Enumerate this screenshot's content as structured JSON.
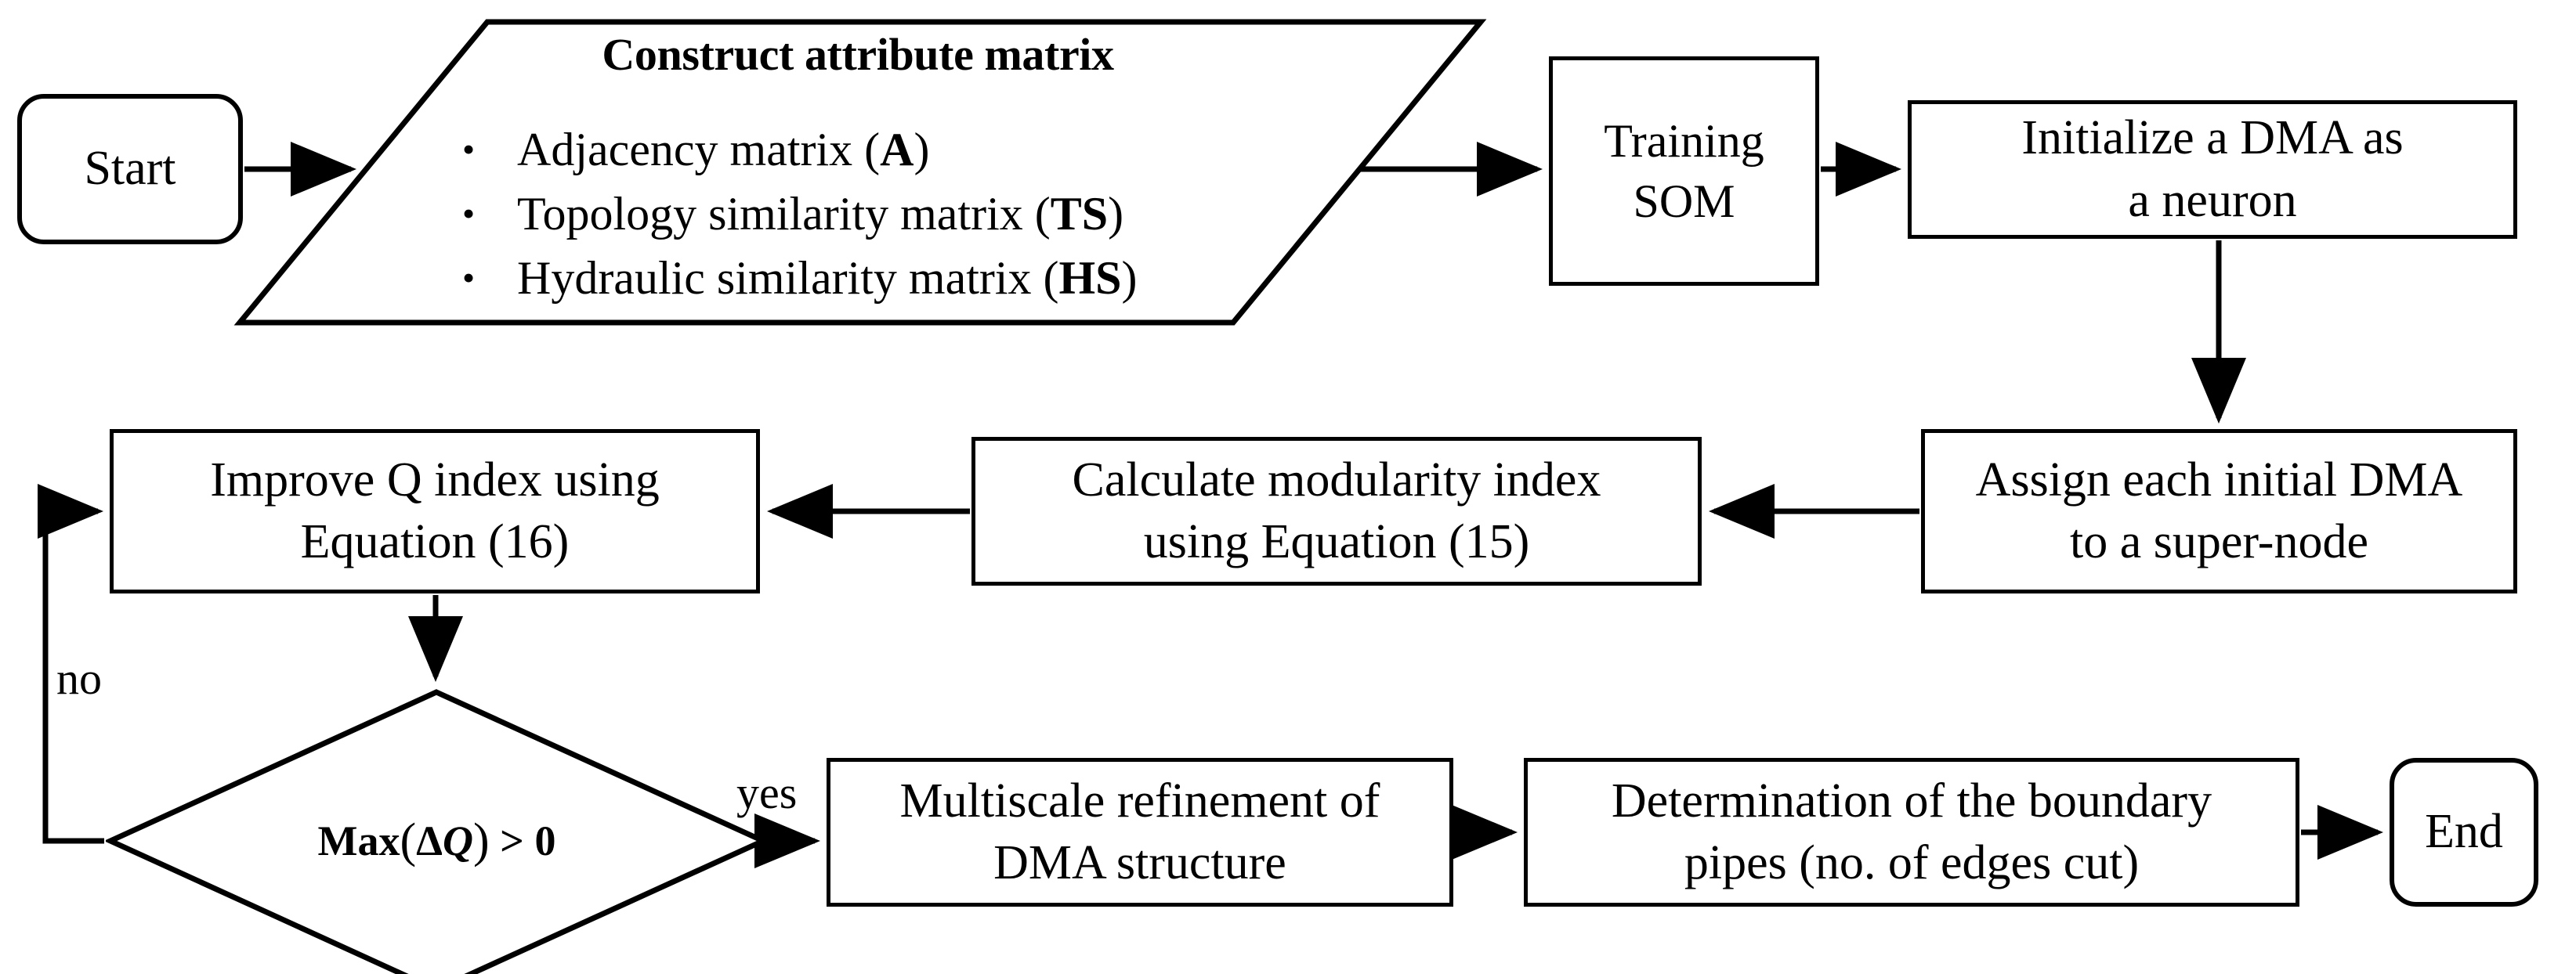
{
  "diagram": {
    "title": "DMA partitioning methodology flowchart",
    "type": "flowchart",
    "stroke_color": "#000000",
    "background_color": "#FFFFFF"
  },
  "nodes": {
    "start": {
      "label": "Start",
      "shape": "terminator"
    },
    "attribute_matrix": {
      "shape": "parallelogram",
      "title": "Construct attribute matrix",
      "bullets": [
        {
          "text": "Adjacency matrix (",
          "symbol": "A",
          "suffix": ")"
        },
        {
          "text": "Topology similarity matrix (",
          "symbol": "TS",
          "suffix": ")"
        },
        {
          "text": "Hydraulic similarity matrix (",
          "symbol": "HS",
          "suffix": ")"
        }
      ]
    },
    "training_som": {
      "shape": "process",
      "line1": "Training",
      "line2": "SOM"
    },
    "initialize_dma": {
      "shape": "process",
      "line1": "Initialize  a DMA as",
      "line2": "a neuron"
    },
    "assign_dma": {
      "shape": "process",
      "line1": "Assign each initial DMA",
      "line2": "to a super-node"
    },
    "calculate_modularity": {
      "shape": "process",
      "line1": "Calculate  modularity  index",
      "line2": "using Equation (15)"
    },
    "improve_q": {
      "shape": "process",
      "line1": "Improve  Q index using",
      "line2": "Equation (16)"
    },
    "decision": {
      "shape": "decision",
      "prefix": "Max",
      "open_paren": "(",
      "delta": "Δ",
      "variable": "Q",
      "close_paren": ")",
      "comparison": "> 0",
      "full_text": "Max (ΔQ) > 0"
    },
    "multiscale": {
      "shape": "process",
      "line1": "Multiscale  refinement  of",
      "line2": "DMA structure"
    },
    "determination": {
      "shape": "process",
      "line1": "Determination  of the boundary",
      "line2": "pipes (no. of edges cut)"
    },
    "end": {
      "label": "End",
      "shape": "terminator"
    }
  },
  "edges": [
    {
      "from": "start",
      "to": "attribute_matrix",
      "label": ""
    },
    {
      "from": "attribute_matrix",
      "to": "training_som",
      "label": ""
    },
    {
      "from": "training_som",
      "to": "initialize_dma",
      "label": ""
    },
    {
      "from": "initialize_dma",
      "to": "assign_dma",
      "label": ""
    },
    {
      "from": "assign_dma",
      "to": "calculate_modularity",
      "label": ""
    },
    {
      "from": "calculate_modularity",
      "to": "improve_q",
      "label": ""
    },
    {
      "from": "improve_q",
      "to": "decision",
      "label": ""
    },
    {
      "from": "decision",
      "to": "multiscale",
      "label": "yes"
    },
    {
      "from": "decision",
      "to": "improve_q",
      "label": "no"
    },
    {
      "from": "multiscale",
      "to": "determination",
      "label": ""
    },
    {
      "from": "determination",
      "to": "end",
      "label": ""
    }
  ],
  "edge_labels": {
    "no": "no",
    "yes": "yes"
  }
}
